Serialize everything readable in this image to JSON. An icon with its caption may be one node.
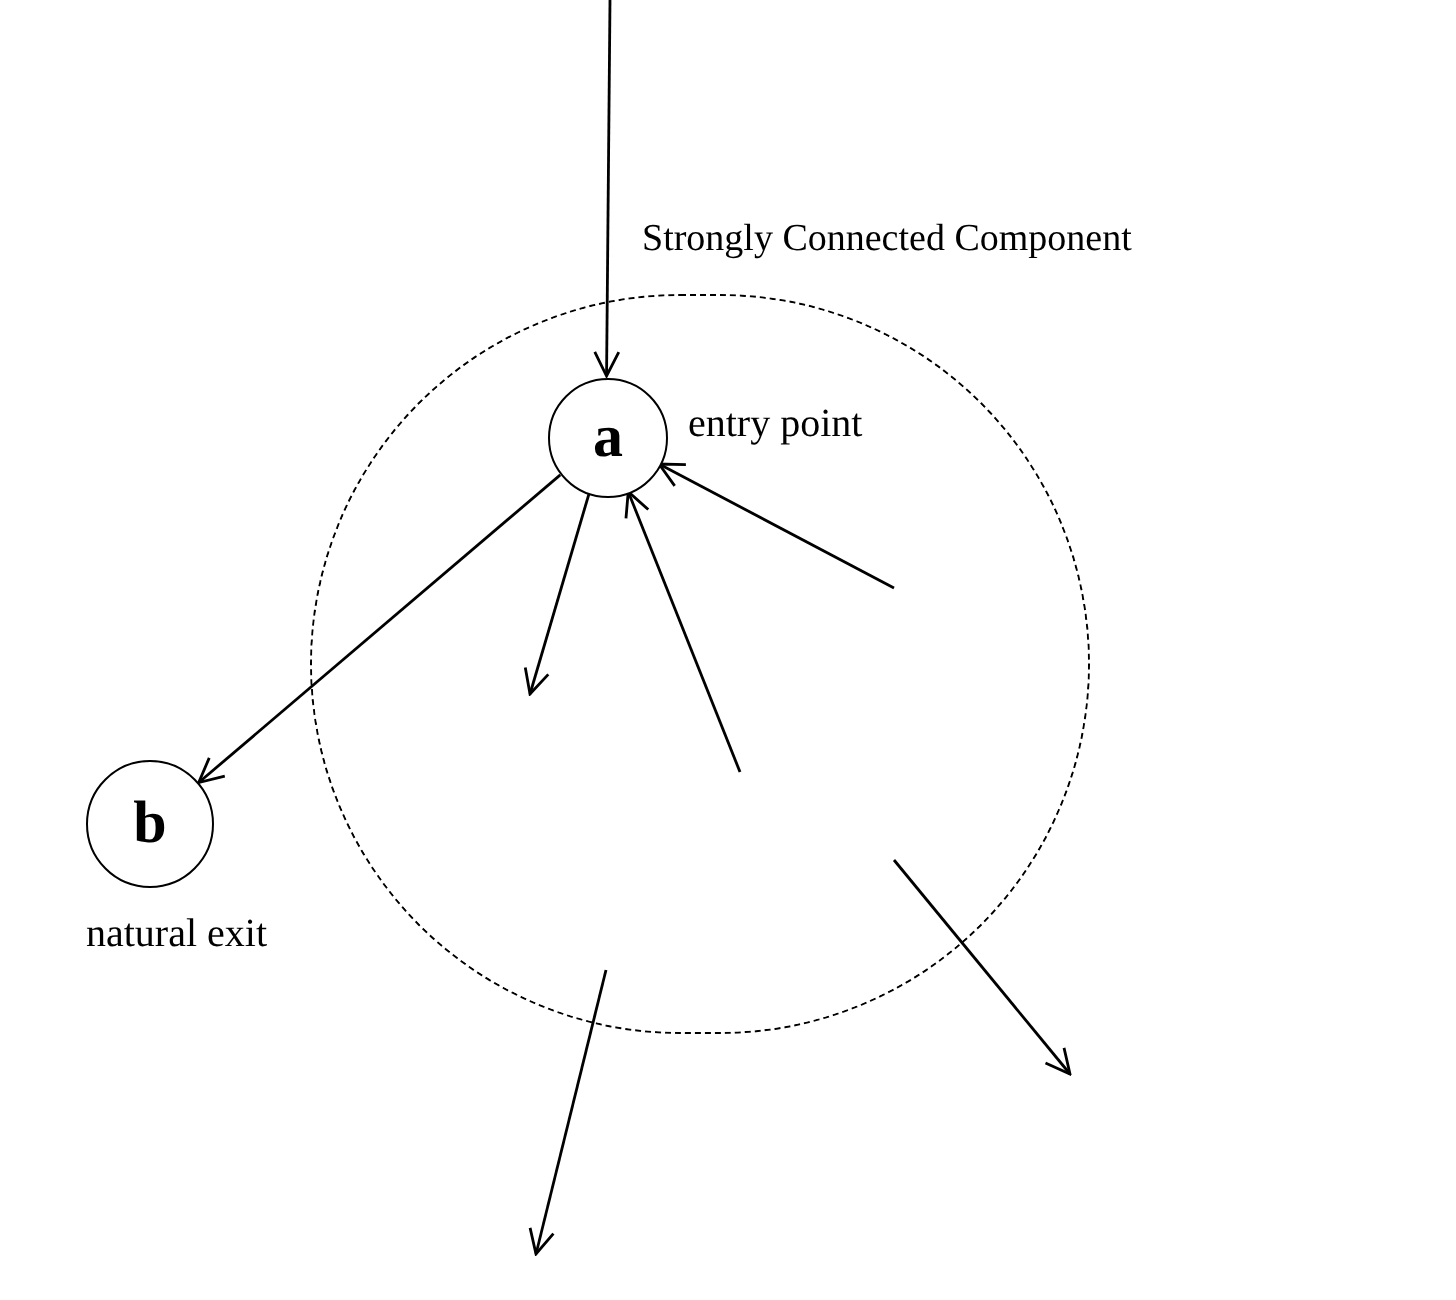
{
  "diagram": {
    "nodes": [
      {
        "text": [
          "Strongly Connected Component"
        ]
      },
      {
        "text": [
          "a"
        ],
        "in": 0,
        "beside": [
          "entry point"
        ]
      },
      {
        "text": [
          "b"
        ],
        "beside": [
          "natural exit"
        ]
      }
    ],
    "edges": [
      {
        "from": null,
        "to": 1,
        "arrow": "to"
      },
      {
        "from": 1,
        "to": 2,
        "arrow": "to"
      },
      {
        "from": 1,
        "to": null,
        "arrow": "to"
      },
      {
        "from": null,
        "to": 1,
        "arrow": "to"
      },
      {
        "from": null,
        "to": 1,
        "arrow": "to"
      }
    ]
  }
}
